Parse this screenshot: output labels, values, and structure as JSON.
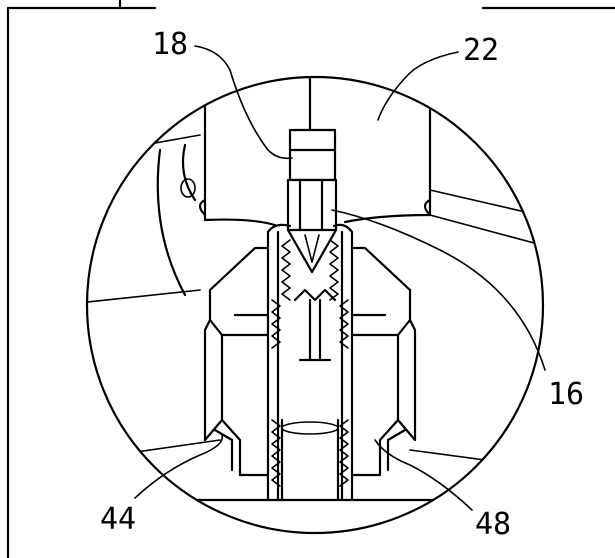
{
  "labels": {
    "l18": "18",
    "l22": "22",
    "l16": "16",
    "l44": "44",
    "l48": "48"
  }
}
